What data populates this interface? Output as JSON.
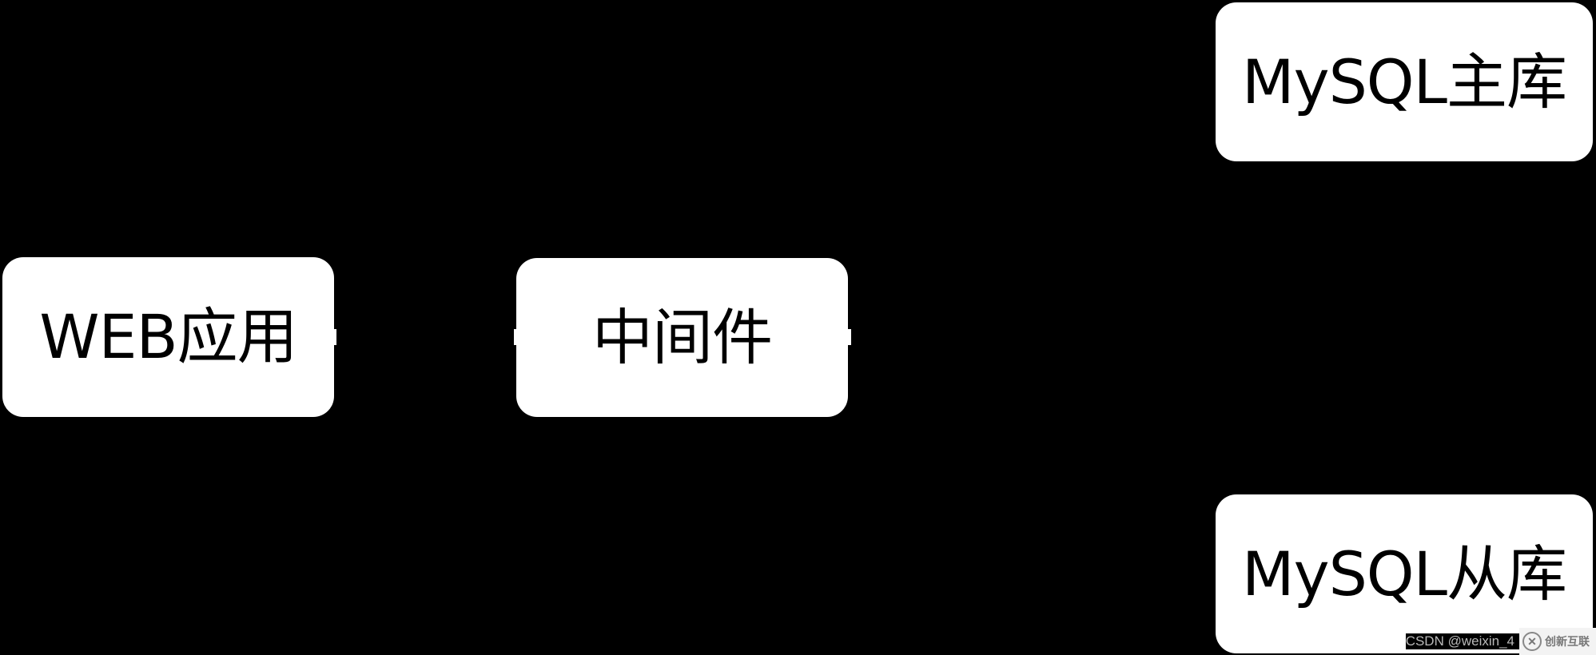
{
  "diagram": {
    "nodes": {
      "web_app": {
        "label": "WEB应用"
      },
      "middleware": {
        "label": "中间件"
      },
      "mysql_master": {
        "label": "MySQL主库"
      },
      "mysql_slave": {
        "label": "MySQL从库"
      }
    }
  },
  "watermark": {
    "text": "CSDN @weixin_4",
    "brand": "创新互联"
  },
  "colors": {
    "background": "#000000",
    "node_fill": "#ffffff",
    "node_text": "#000000"
  }
}
